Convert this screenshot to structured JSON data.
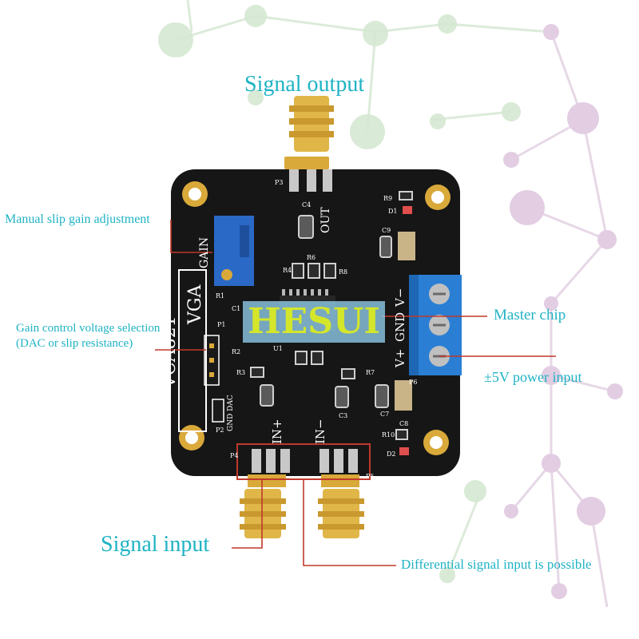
{
  "labels": {
    "signal_output": "Signal output",
    "manual_gain": "Manual slip gain adjustment",
    "gain_select_line1": "Gain control voltage selection",
    "gain_select_line2": "(DAC or slip resistance)",
    "master_chip": "Master chip",
    "power_input": "±5V power input",
    "signal_input": "Signal input",
    "differential": "Differential signal input is possible"
  },
  "watermark": "HESUI",
  "pcb": {
    "model": "VCA821",
    "type": "VGA",
    "gain": "GAIN",
    "out": "OUT",
    "in_plus": "IN+",
    "in_minus": "IN−",
    "vplus": "V+",
    "gnd": "GND",
    "vminus": "V−",
    "gnd_dac": "GND DAC",
    "refs": {
      "p1": "P1",
      "p2": "P2",
      "p3": "P3",
      "p4": "P4",
      "p5": "P5",
      "p6": "P6",
      "r1": "R1",
      "r2": "R2",
      "r3": "R3",
      "r4": "R4",
      "r6": "R6",
      "r7": "R7",
      "r8": "R8",
      "r9": "R9",
      "r10": "R10",
      "c1": "C1",
      "c3": "C3",
      "c4": "C4",
      "c7": "C7",
      "c8": "C8",
      "c9": "C9",
      "d1": "D1",
      "d2": "D2",
      "u1": "U1"
    }
  },
  "colors": {
    "label": "#1fb3c4",
    "pointer": "#c0392b",
    "pcb": "#161616",
    "gold": "#d9a93a",
    "terminal_blue": "#2a7fd4",
    "watermark_text": "#d4e62a"
  }
}
